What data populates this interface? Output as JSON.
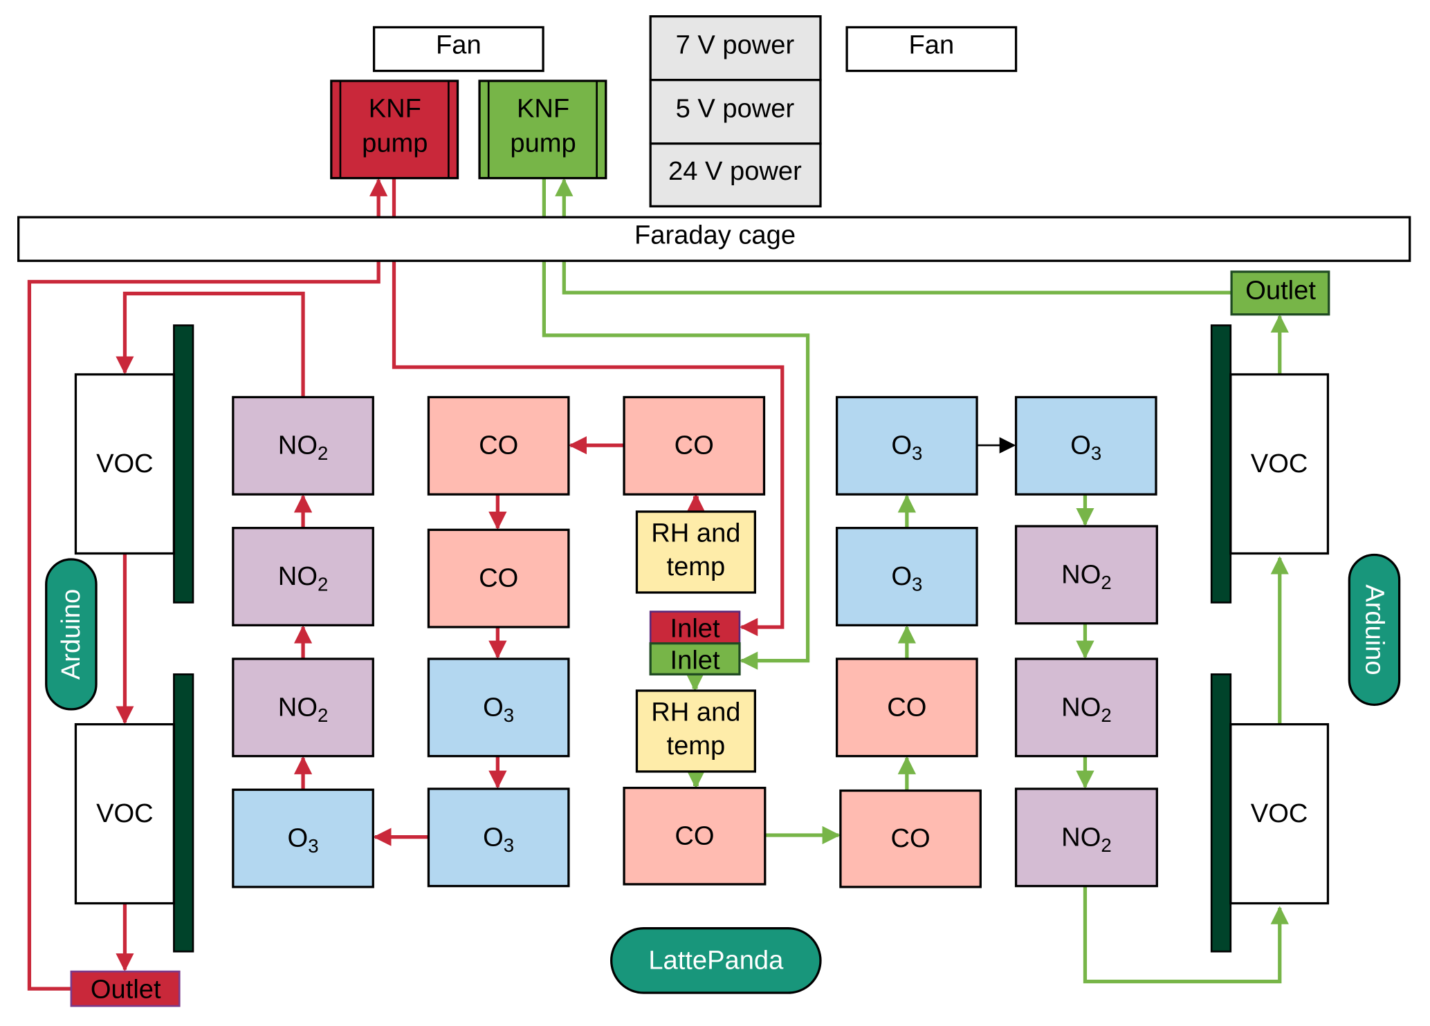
{
  "colors": {
    "red_flow": "#c9283a",
    "green_flow": "#77b548",
    "pump_red": "#c9283a",
    "pump_green": "#77b548",
    "outlet_green": "#77b548",
    "board_dark_green": "#00432a",
    "controller_teal": "#18967b",
    "power_gray": "#e6e6e6",
    "co_fill": "#ffbbb1",
    "no2_fill": "#d4bcd3",
    "o3_fill": "#b3d7f0",
    "rh_fill": "#feeca9",
    "voc_fill": "#ffffff",
    "black_link": "#000000"
  },
  "top": {
    "fan_left": "Fan",
    "fan_right": "Fan",
    "pump_red": [
      "KNF",
      "pump"
    ],
    "pump_green": [
      "KNF",
      "pump"
    ],
    "power": [
      "7 V power",
      "5 V power",
      "24 V power"
    ],
    "faraday_cage": "Faraday cage"
  },
  "controllers": {
    "arduino_left": "Arduino",
    "arduino_right": "Arduino",
    "lattepanda": "LattePanda"
  },
  "ports": {
    "outlet_red": "Outlet",
    "outlet_green": "Outlet",
    "inlet_red": "Inlet",
    "inlet_green": "Inlet"
  },
  "sensors": {
    "voc": "VOC",
    "co": "CO",
    "no": "NO",
    "no_sub": "2",
    "o": "O",
    "o_sub": "3",
    "rh": [
      "RH and",
      "temp"
    ]
  },
  "red_line_sensors": [
    {
      "id": "voc-top-left",
      "type": "voc"
    },
    {
      "id": "voc-bottom-left",
      "type": "voc"
    },
    {
      "id": "no2-left-1",
      "type": "no2"
    },
    {
      "id": "no2-left-2",
      "type": "no2"
    },
    {
      "id": "no2-left-3",
      "type": "no2"
    },
    {
      "id": "o3-left-bottom",
      "type": "o3"
    },
    {
      "id": "co-mid-1",
      "type": "co"
    },
    {
      "id": "co-mid-2",
      "type": "co"
    },
    {
      "id": "o3-mid-1",
      "type": "o3"
    },
    {
      "id": "o3-mid-2",
      "type": "o3"
    },
    {
      "id": "co-red-first",
      "type": "co"
    },
    {
      "id": "rh-red",
      "type": "rh"
    }
  ],
  "green_line_sensors": [
    {
      "id": "rh-green",
      "type": "rh"
    },
    {
      "id": "co-green-first",
      "type": "co"
    },
    {
      "id": "co-right-1",
      "type": "co"
    },
    {
      "id": "co-right-2",
      "type": "co"
    },
    {
      "id": "o3-right-1",
      "type": "o3"
    },
    {
      "id": "o3-right-2",
      "type": "o3"
    },
    {
      "id": "o3-right-3",
      "type": "o3"
    },
    {
      "id": "no2-right-1",
      "type": "no2"
    },
    {
      "id": "no2-right-2",
      "type": "no2"
    },
    {
      "id": "no2-right-3",
      "type": "no2"
    },
    {
      "id": "voc-bottom-right",
      "type": "voc"
    },
    {
      "id": "voc-top-right",
      "type": "voc"
    }
  ]
}
